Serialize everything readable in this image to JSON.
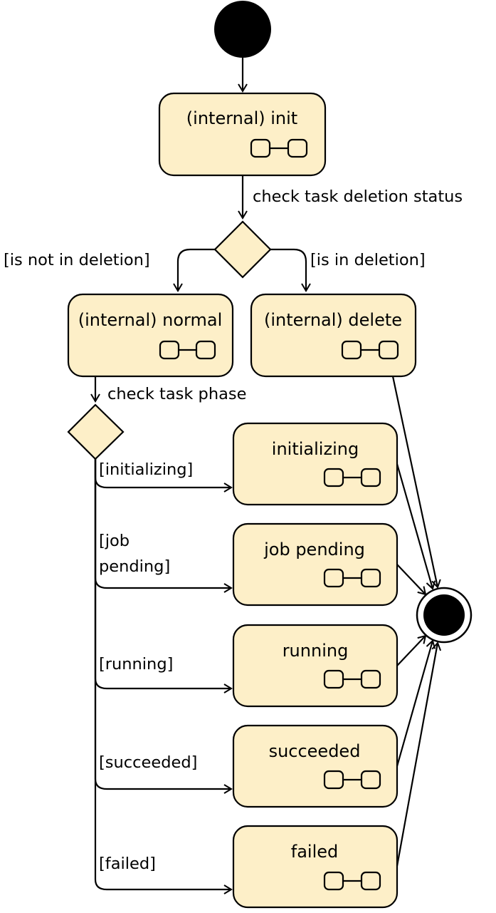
{
  "colors": {
    "activity_fill": "#fdefc8",
    "stroke": "#000000",
    "background": "#ffffff"
  },
  "nodes": {
    "init": "(internal) init",
    "normal": "(internal) normal",
    "delete": "(internal) delete",
    "initializing": "initializing",
    "job_pending": "job pending",
    "running": "running",
    "succeeded": "succeeded",
    "failed": "failed"
  },
  "edges": {
    "check_deletion": "check task deletion status",
    "is_not_in_deletion": "[is not in deletion]",
    "is_in_deletion": "[is in deletion]",
    "check_phase": "check task phase",
    "guard_initializing": "[initializing]",
    "guard_job_line1": "[job",
    "guard_job_line2": "pending]",
    "guard_running": "[running]",
    "guard_succeeded": "[succeeded]",
    "guard_failed": "[failed]"
  },
  "icons": {
    "start": "initial-node",
    "end": "final-node",
    "subactivity": "subactivity-icon"
  }
}
